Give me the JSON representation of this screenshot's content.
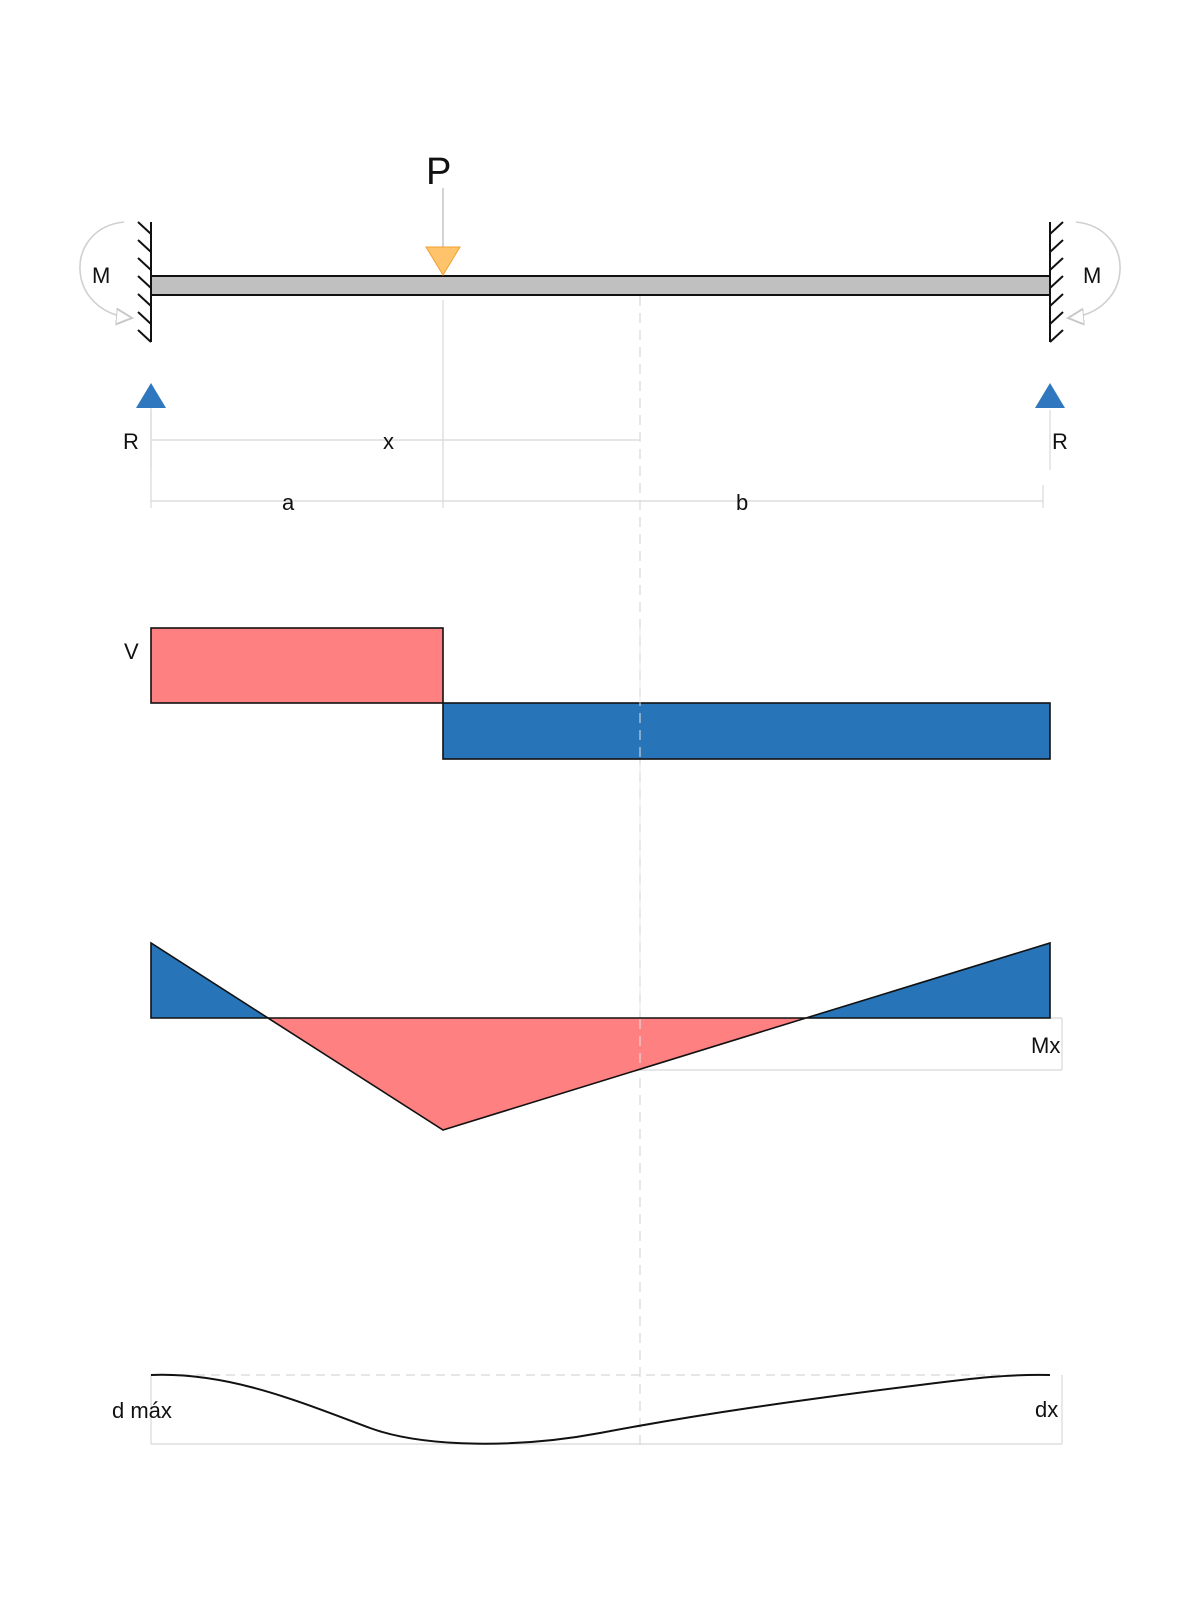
{
  "labels": {
    "load": "P",
    "moment_left": "M",
    "moment_right": "M",
    "reaction_left": "R",
    "reaction_right": "R",
    "position": "x",
    "span_a": "a",
    "span_b": "b",
    "shear": "V",
    "moment_at_x": "Mx",
    "max_deflection": "d máx",
    "deflection_at_x": "dx"
  },
  "colors": {
    "beam_fill": "#c0c0c0",
    "load_arrow": "#ffc46b",
    "reaction_arrow": "#2f78c0",
    "positive_fill": "#ff8080",
    "negative_fill": "#2874b8",
    "guide_line": "#d8d8d8",
    "outline": "#111111"
  },
  "icons": {
    "fixed_support": "hatched-wall-icon",
    "moment": "curved-arrow-icon",
    "load": "down-triangle-arrow-icon",
    "reaction": "up-triangle-arrow-icon"
  }
}
